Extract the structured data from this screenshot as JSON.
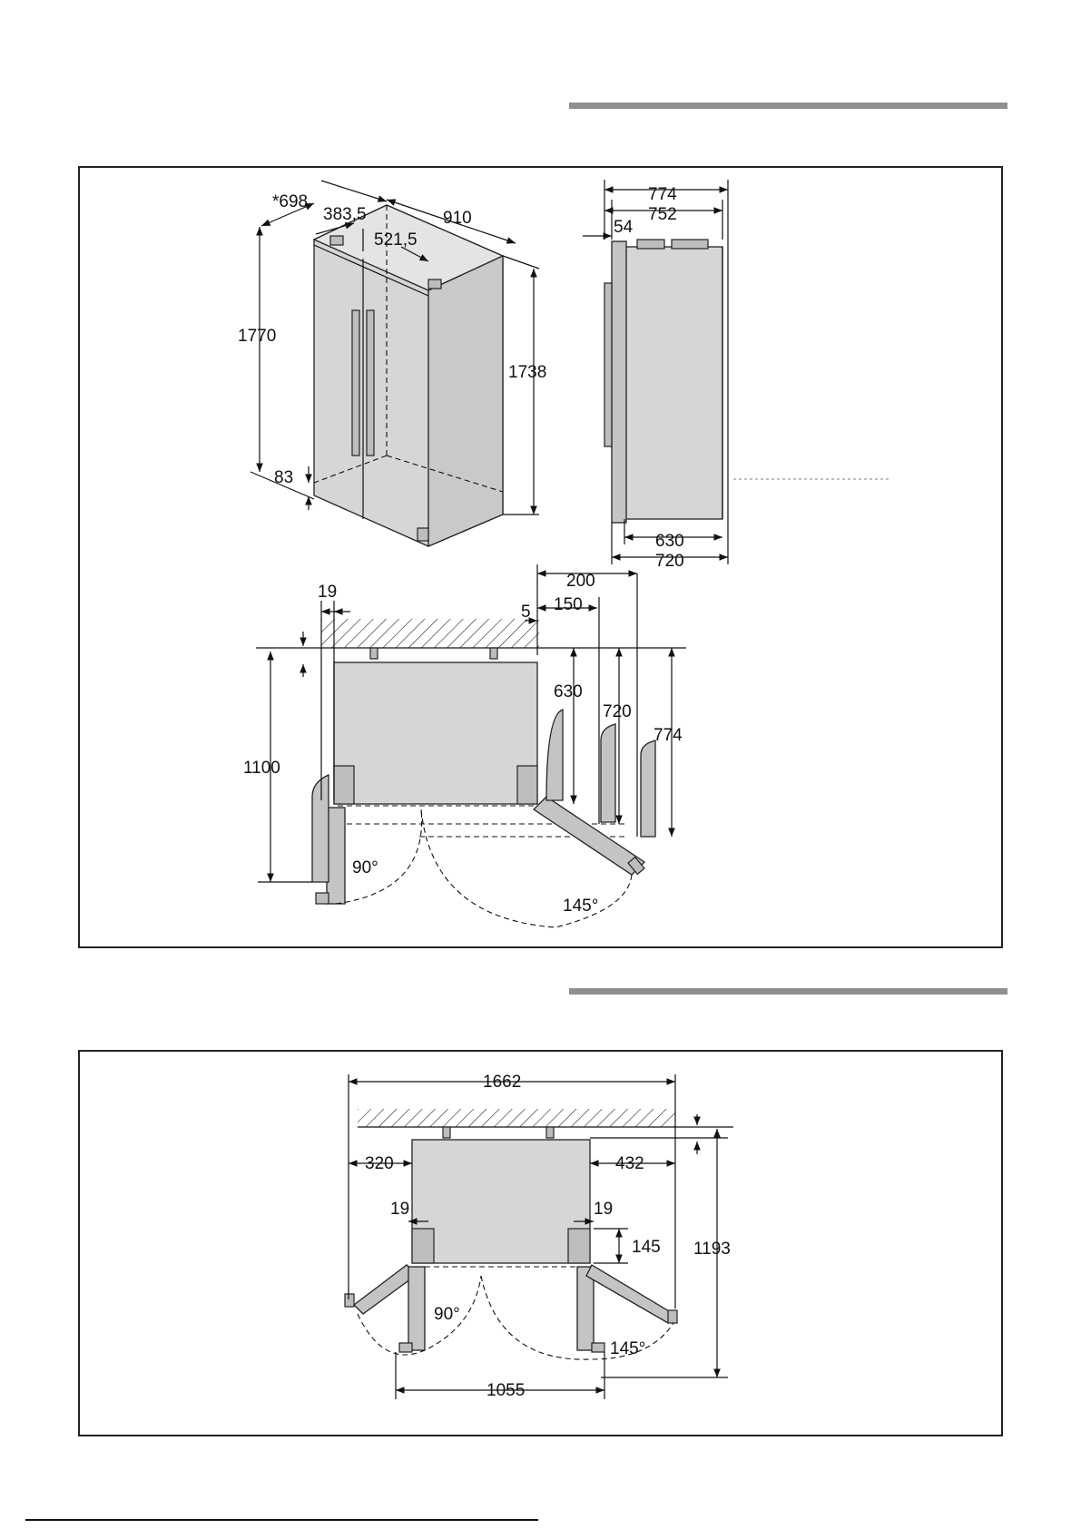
{
  "dims_installed": {
    "d698": "*698",
    "d383": "383,5",
    "d521": "521,5",
    "d910": "910",
    "d1770": "1770",
    "d1738": "1738",
    "d83": "83",
    "d774": "774",
    "d752": "752",
    "d54": "54",
    "d630": "630",
    "d720": "720",
    "d19": "19",
    "d5": "5",
    "d200": "200",
    "d150": "150",
    "p630": "630",
    "p720": "720",
    "p774": "774",
    "d1100": "1100",
    "a90": "90°",
    "a145": "145°"
  },
  "dims_clearance": {
    "d1662": "1662",
    "d320": "320",
    "d432": "432",
    "d19l": "19",
    "d19r": "19",
    "d145": "145",
    "d1193": "1193",
    "a90": "90°",
    "a145": "145°",
    "d1055": "1055"
  },
  "colors": {
    "body": "#d6d6d6",
    "door": "#c4c4c4",
    "rule": "#8f8f8f"
  }
}
